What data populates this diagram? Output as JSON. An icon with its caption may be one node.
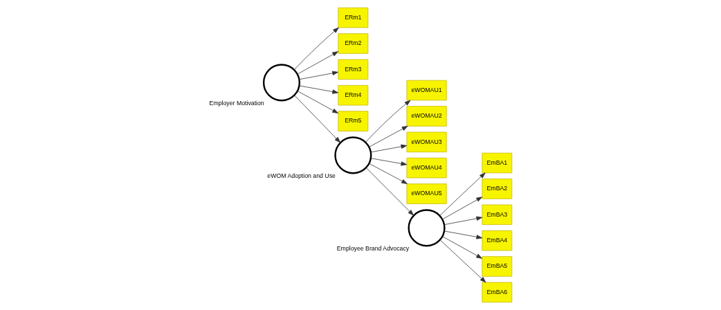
{
  "diagram": {
    "nodes": [
      {
        "text": [
          "ERm1"
        ]
      },
      {
        "text": [
          "ERm2"
        ]
      },
      {
        "text": [
          "ERm3"
        ]
      },
      {
        "text": [
          "ERm4"
        ]
      },
      {
        "text": [
          "ERm5"
        ]
      },
      {
        "text": [],
        "shape": "circle",
        "beside": [
          "Employer Motivation"
        ]
      },
      {
        "text": [
          "eWOMAU1"
        ]
      },
      {
        "text": [
          "eWOMAU2"
        ]
      },
      {
        "text": [
          "eWOMAU3"
        ]
      },
      {
        "text": [
          "eWOMAU4"
        ]
      },
      {
        "text": [
          "eWOMAU5"
        ]
      },
      {
        "text": [],
        "shape": "circle",
        "beside": [
          "eWOM Adoption and Use"
        ]
      },
      {
        "text": [],
        "shape": "circle",
        "beside": [
          "Employee Brand Advocacy"
        ]
      },
      {
        "text": [
          "EmBA1"
        ]
      },
      {
        "text": [
          "EmBA2"
        ]
      },
      {
        "text": [
          "EmBA3"
        ]
      },
      {
        "text": [
          "EmBA4"
        ]
      },
      {
        "text": [
          "EmBA5"
        ]
      },
      {
        "text": [
          "EmBA6"
        ]
      }
    ],
    "edges": [
      {
        "from": 5,
        "to": 0,
        "arrow": "to"
      },
      {
        "from": 5,
        "to": 1,
        "arrow": "to"
      },
      {
        "from": 5,
        "to": 2,
        "arrow": "to"
      },
      {
        "from": 5,
        "to": 3,
        "arrow": "to"
      },
      {
        "from": 5,
        "to": 4,
        "arrow": "to"
      },
      {
        "from": 5,
        "to": 11,
        "arrow": "to"
      },
      {
        "from": 11,
        "to": 6,
        "arrow": "to"
      },
      {
        "from": 11,
        "to": 7,
        "arrow": "to"
      },
      {
        "from": 11,
        "to": 8,
        "arrow": "to"
      },
      {
        "from": 11,
        "to": 9,
        "arrow": "to"
      },
      {
        "from": 11,
        "to": 10,
        "arrow": "to"
      },
      {
        "from": 11,
        "to": 12,
        "arrow": "to"
      },
      {
        "from": 12,
        "to": 13,
        "arrow": "to"
      },
      {
        "from": 12,
        "to": 14,
        "arrow": "to"
      },
      {
        "from": 12,
        "to": 15,
        "arrow": "to"
      },
      {
        "from": 12,
        "to": 16,
        "arrow": "to"
      },
      {
        "from": 12,
        "to": 17,
        "arrow": "to"
      },
      {
        "from": 12,
        "to": 18,
        "arrow": "to"
      }
    ]
  }
}
